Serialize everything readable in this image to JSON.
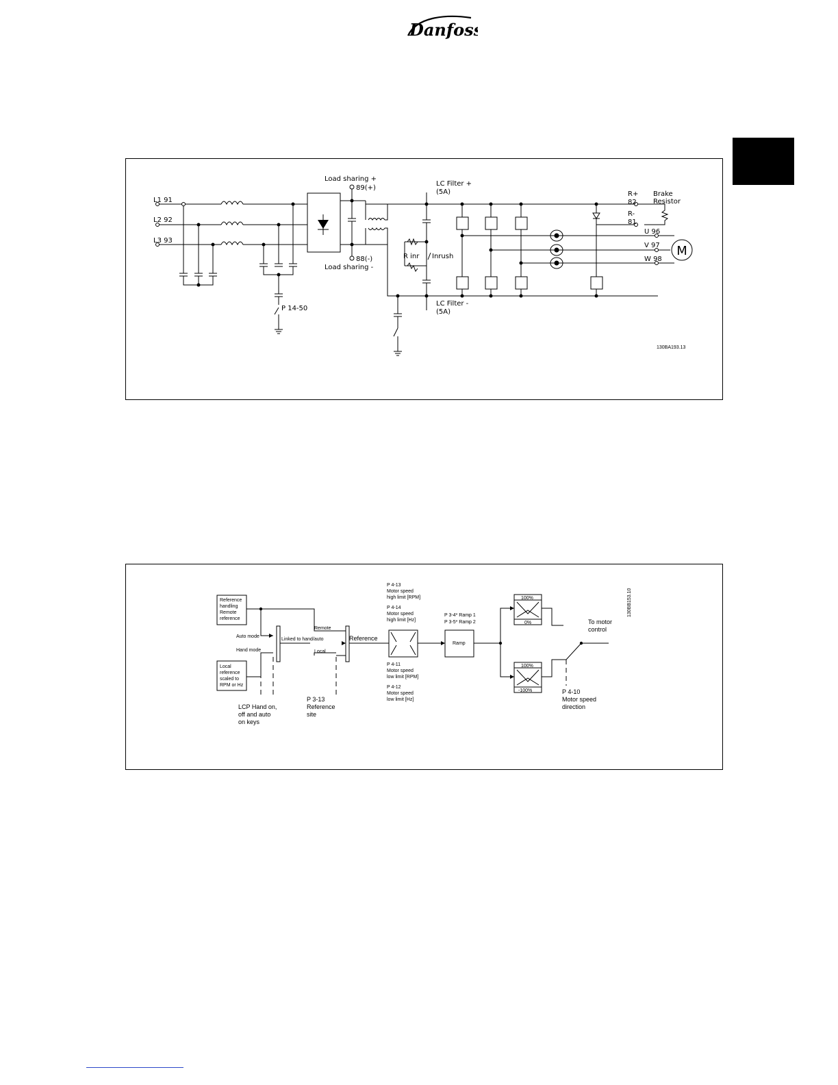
{
  "header": {
    "brand": "Danfoss"
  },
  "circuit": {
    "inputs": [
      "L1 91",
      "L2 92",
      "L3 93"
    ],
    "load_sharing_plus": "Load sharing +",
    "terminal_89": "89(+)",
    "terminal_88": "88(-)",
    "load_sharing_minus": "Load sharing -",
    "lc_filter_plus": "LC Filter +",
    "lc_filter_plus_current": "(5A)",
    "lc_filter_minus": "LC Filter -",
    "lc_filter_minus_current": "(5A)",
    "r_inr": "R inr",
    "inrush": "Inrush",
    "p_14_50": "P 14-50",
    "r_plus": "R+",
    "r_plus_num": "82",
    "r_minus": "R-",
    "r_minus_num": "81",
    "brake_1": "Brake",
    "brake_2": "Resistor",
    "outputs": [
      "U 96",
      "V 97",
      "W 98"
    ],
    "motor": "M",
    "code": "130BA193.13"
  },
  "control": {
    "ref_remote": [
      "Reference",
      "handling",
      "Remote",
      "reference"
    ],
    "auto_mode": "Auto mode",
    "hand_mode": "Hand mode",
    "linked": "Linked to hand/auto",
    "remote": "Remote",
    "local": "Local",
    "reference": "Reference",
    "local_ref": [
      "Local",
      "reference",
      "scaled to",
      "RPM or Hz"
    ],
    "lcp": [
      "LCP Hand on,",
      "off and auto",
      "on keys"
    ],
    "p313": [
      "P 3-13",
      "Reference",
      "site"
    ],
    "p413": [
      "P 4-13",
      "Motor speed",
      "high limit [RPM]"
    ],
    "p414": [
      "P 4-14",
      "Motor speed",
      "high limit [Hz]"
    ],
    "p411": [
      "P 4-11",
      "Motor speed",
      "low limit [RPM]"
    ],
    "p412": [
      "P 4-12",
      "Motor speed",
      "low limit [Hz]"
    ],
    "ramp1": "P 3-4* Ramp 1",
    "ramp2": "P 3-5* Ramp 2",
    "ramp": "Ramp",
    "pct100a": "100%",
    "pct0": "0%",
    "pct100b": "100%",
    "pctm100": "-100%",
    "to_motor": [
      "To motor",
      "control"
    ],
    "p410": [
      "P 4-10",
      "Motor speed",
      "direction"
    ],
    "code": "130BB153.10"
  }
}
